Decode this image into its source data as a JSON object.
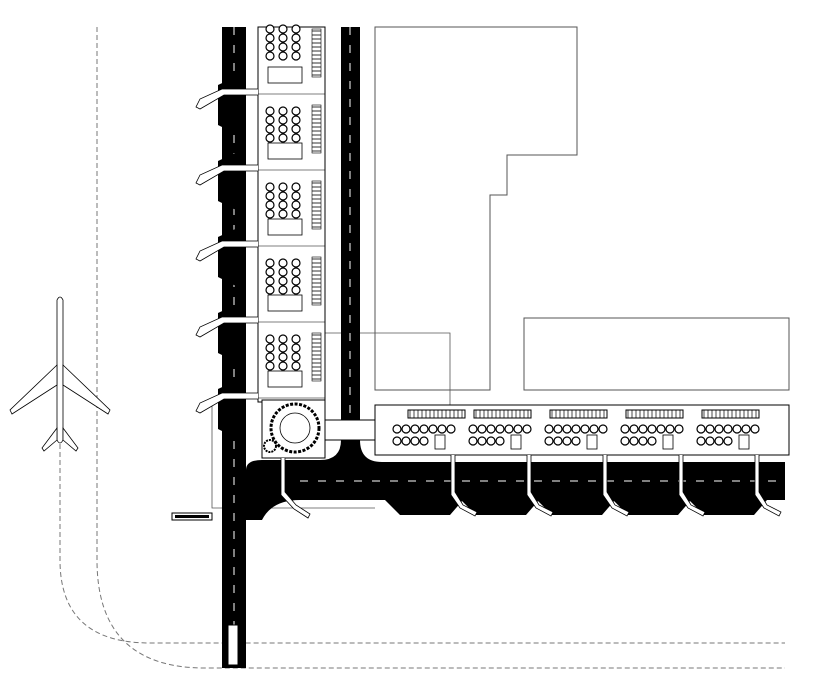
{
  "drawing": {
    "type": "airport terminal site plan",
    "colors": {
      "background": "#ffffff",
      "ink": "#000000",
      "outline": "#555555",
      "dashed": "#777777"
    },
    "left_concourse_modules": 5,
    "bottom_concourse_modules": 5,
    "labels": {
      "hub": "",
      "gate": ""
    }
  }
}
